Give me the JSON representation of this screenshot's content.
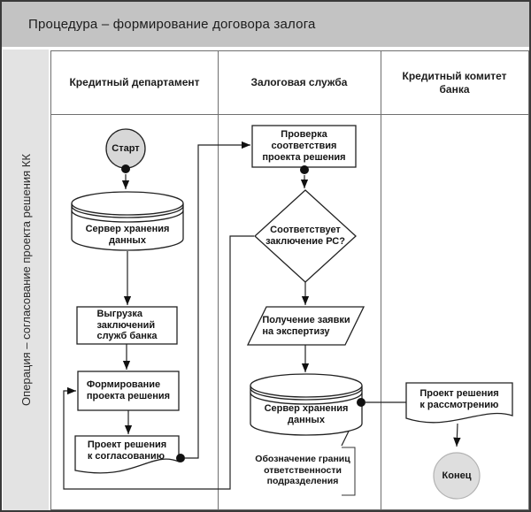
{
  "title": "Процедура – формирование договора залога",
  "sidebar": {
    "label": "Операция – согласование проекта решения КК"
  },
  "lanes": [
    {
      "label": "Кредитный департамент"
    },
    {
      "label": "Залоговая служба"
    },
    {
      "label": "Кредитный комитет\nбанка"
    }
  ],
  "nodes": {
    "start": "Старт",
    "server1": "Сервер хранения\nданных",
    "unload": "Выгрузка\nзаключений\nслужб банка",
    "form_draft": "Формирование\nпроекта решения",
    "draft_for_approval": "Проект решения\nк согласованию",
    "check": "Проверка\nсоответствия\nпроекта решения",
    "decision": "Соответствует\nзаключение РС?",
    "request": "Получение заявки\nна экспертизу",
    "server2": "Сервер хранения\nданных",
    "note": "Обозначение границ\nответственности\nподразделения",
    "draft_for_review": "Проект решения\nк рассмотрению",
    "end": "Конец"
  },
  "colors": {
    "titlebar_bg": "#c3c3c3",
    "sidebar_bg": "#e3e3e3",
    "start_fill": "#d7d7d7",
    "end_fill": "#dedede",
    "shape_stroke": "#222222",
    "lane_border": "#6f6f6f",
    "dot_fill": "#111111"
  }
}
